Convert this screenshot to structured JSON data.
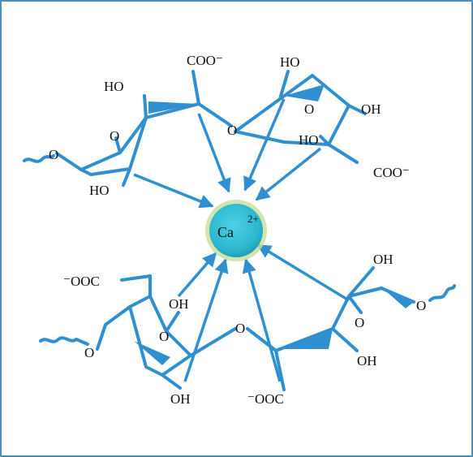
{
  "colors": {
    "bond": "#2f8fd0",
    "ion_fill": "#2bb7cf",
    "ion_glow": "#c9dd9a",
    "frame": "#4a90c4"
  },
  "ion": {
    "symbol": "Ca",
    "charge": "2+"
  },
  "labels": {
    "coo_top": "COO⁻",
    "ho_top_left": "HO",
    "ho_top_right": "HO",
    "oh_top_right": "OH",
    "ho_mid_right": "HO",
    "coo_right": "COO⁻",
    "ho_left_lower": "HO",
    "ooc_bottom_left": "⁻OOC",
    "oh_bottom_left_1": "OH",
    "oh_bottom_left_2": "OH",
    "oh_bottom_right_1": "OH",
    "oh_bottom_right_2": "OH",
    "ooc_bottom_center": "⁻OOC",
    "o": "O"
  }
}
